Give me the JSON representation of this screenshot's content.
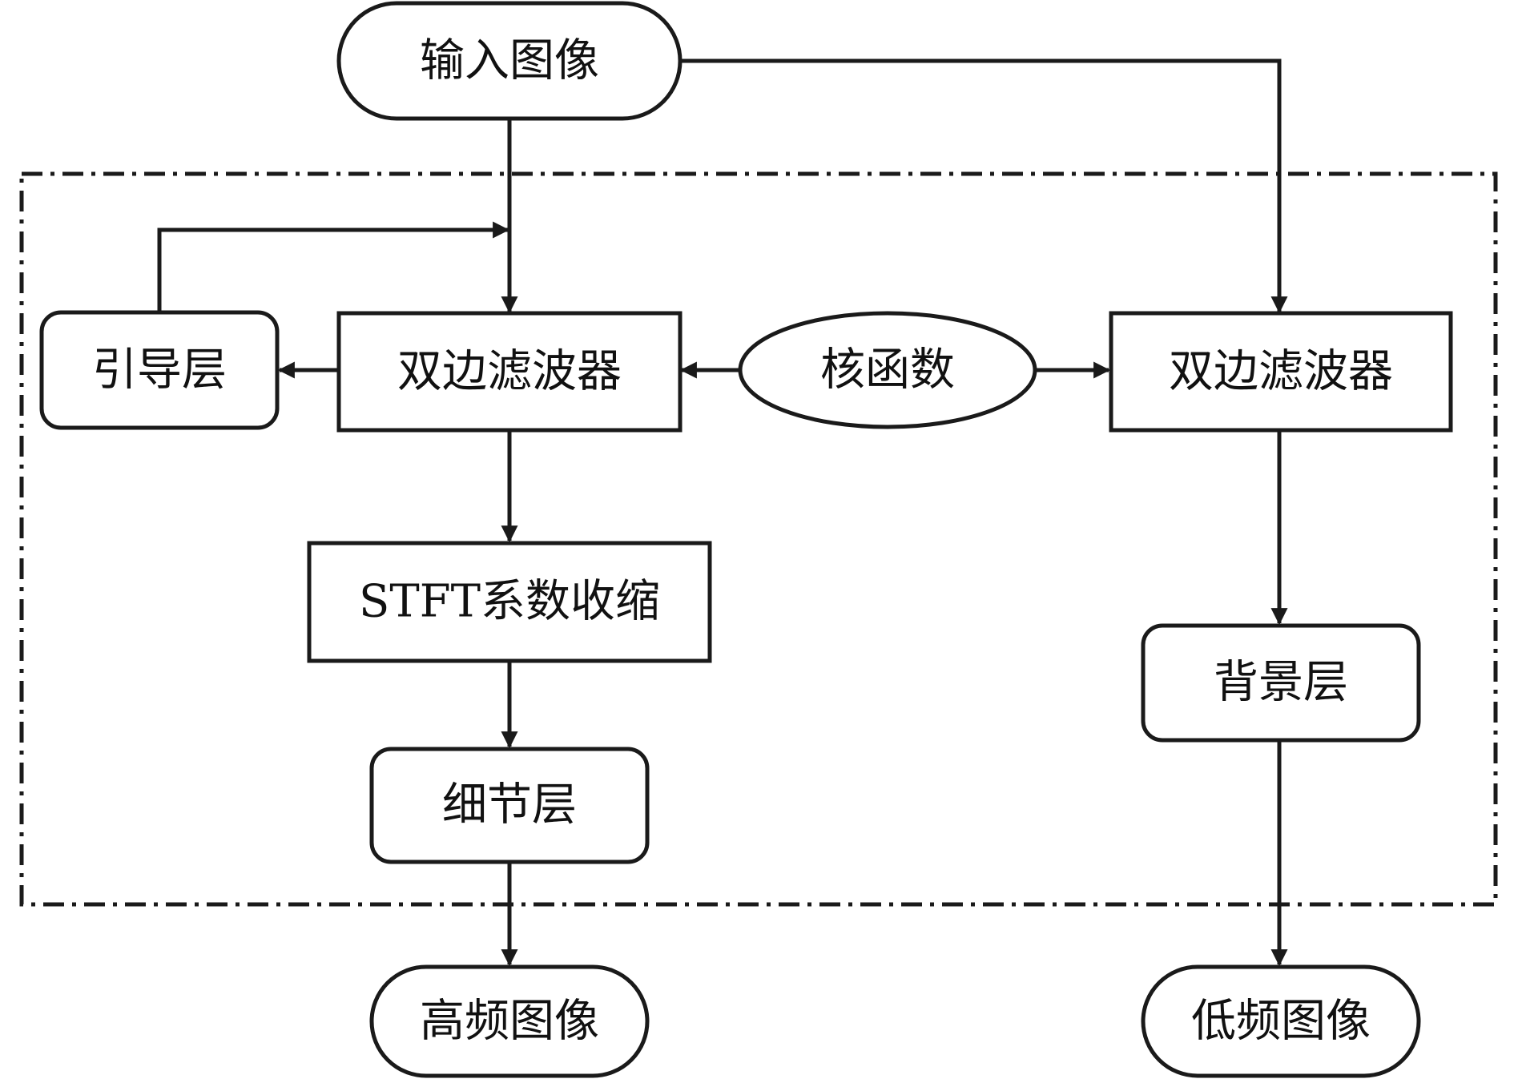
{
  "nodes": {
    "input_image": "输入图像",
    "guide_layer": "引导层",
    "bilateral_filter_left": "双边滤波器",
    "kernel_function": "核函数",
    "bilateral_filter_right": "双边滤波器",
    "stft_shrinkage": "STFT系数收缩",
    "background_layer": "背景层",
    "detail_layer": "细节层",
    "high_freq_image": "高频图像",
    "low_freq_image": "低频图像"
  },
  "colors": {
    "stroke": "#1a1a1a",
    "text": "#111111",
    "background": "#ffffff"
  }
}
